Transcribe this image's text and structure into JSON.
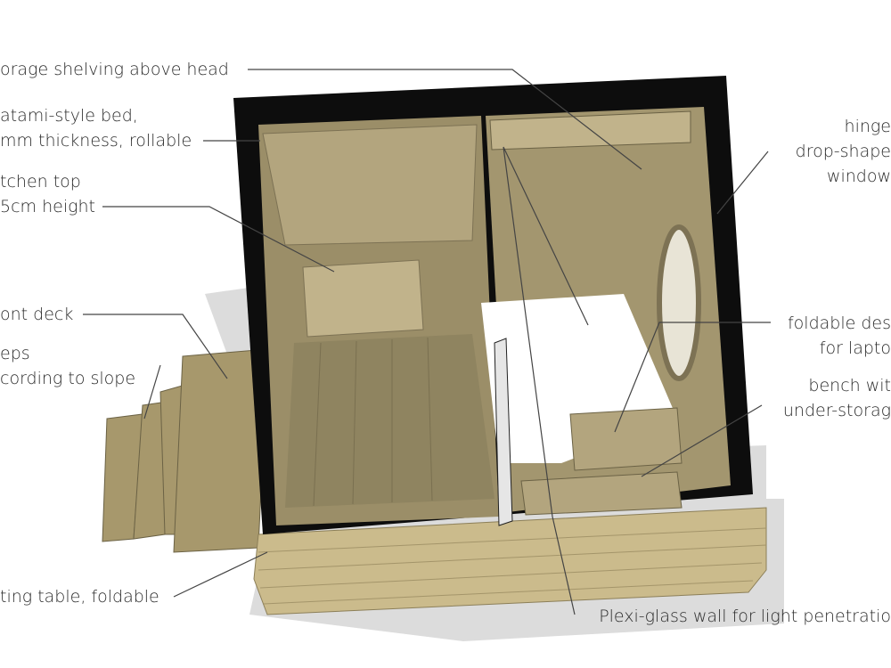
{
  "labels": {
    "storage": [
      "orage shelving above head"
    ],
    "bed": [
      "atami-style bed,",
      "mm thickness, rollable"
    ],
    "kitchen": [
      "tchen top",
      "5cm height"
    ],
    "deck": [
      "ont deck"
    ],
    "steps": [
      "eps",
      "cording to slope"
    ],
    "table": [
      "ting table, foldable"
    ],
    "window": [
      "hinge",
      "drop-shape",
      "window"
    ],
    "desk": [
      "foldable des",
      "for lapto"
    ],
    "bench": [
      "bench wit",
      "under-storag"
    ],
    "plexi": [
      "Plexi-glass wall for light penetratio"
    ]
  },
  "colors": {
    "wall": "#0d0d0d",
    "wood": "#a89a72",
    "floor": "#8f8460",
    "brick": "#c9b98a",
    "shadow": "#d9d9d9",
    "line": "#444444"
  }
}
